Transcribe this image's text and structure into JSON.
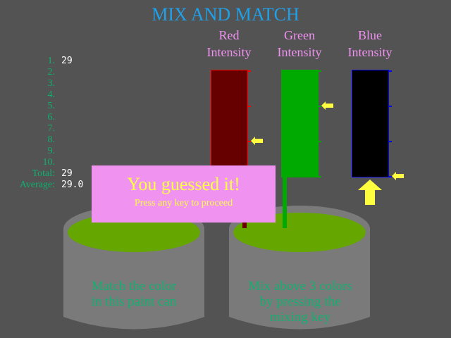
{
  "title": "MIX AND MATCH",
  "channels": [
    {
      "label_line1": "Red",
      "label_line2": "Intensity",
      "color": "#660000",
      "tick_color": "#ff0000",
      "level": 0.333
    },
    {
      "label_line1": "Green",
      "label_line2": "Intensity",
      "color": "#00aa00",
      "tick_color": "#00aa00",
      "level": 0.667
    },
    {
      "label_line1": "Blue",
      "label_line2": "Intensity",
      "color": "#000000",
      "tick_color": "#0000ff",
      "level": 0.0
    }
  ],
  "selected_channel": "Blue",
  "scores": {
    "rows": [
      {
        "label": "1.",
        "value": "29"
      },
      {
        "label": "2.",
        "value": ""
      },
      {
        "label": "3.",
        "value": ""
      },
      {
        "label": "4.",
        "value": ""
      },
      {
        "label": "5.",
        "value": ""
      },
      {
        "label": "6.",
        "value": ""
      },
      {
        "label": "7.",
        "value": ""
      },
      {
        "label": "8.",
        "value": ""
      },
      {
        "label": "9.",
        "value": ""
      },
      {
        "label": "10.",
        "value": ""
      }
    ],
    "total_label": "Total:",
    "total": "29",
    "average_label": "Average:",
    "average": "29.0"
  },
  "dialog": {
    "title": "You guessed it!",
    "subtitle": "Press any key to proceed"
  },
  "cans": {
    "left_text_1": "Match the color",
    "left_text_2": "in this paint can",
    "right_text_1": "Mix above 3 colors",
    "right_text_2": "by pressing the",
    "right_text_3": "mixing key",
    "paint_color": "#66a600"
  }
}
